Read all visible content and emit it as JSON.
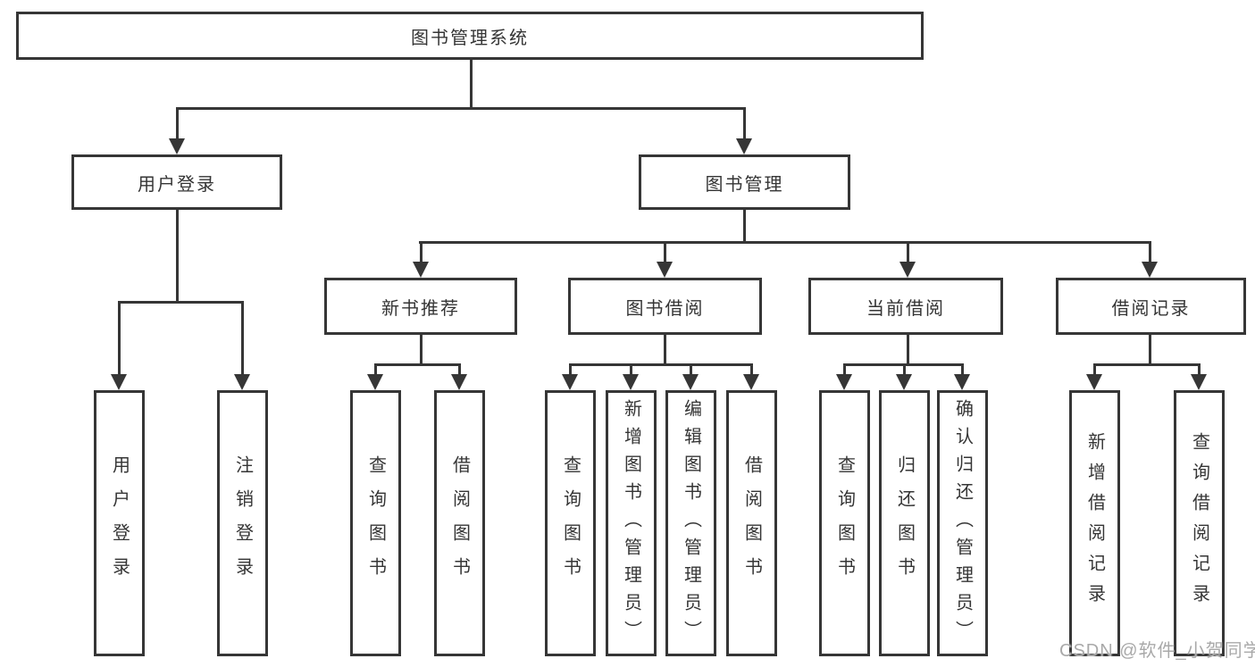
{
  "diagram": {
    "title": "图书管理系统",
    "branches": [
      {
        "label": "用户登录",
        "children": [
          {
            "label": "用户登录"
          },
          {
            "label": "注销登录"
          }
        ]
      },
      {
        "label": "图书管理",
        "children": [
          {
            "label": "新书推荐",
            "children": [
              {
                "label": "查询图书"
              },
              {
                "label": "借阅图书"
              }
            ]
          },
          {
            "label": "图书借阅",
            "children": [
              {
                "label": "查询图书"
              },
              {
                "label": "新增图书（管理员）"
              },
              {
                "label": "编辑图书（管理员）"
              },
              {
                "label": "借阅图书"
              }
            ]
          },
          {
            "label": "当前借阅",
            "children": [
              {
                "label": "查询图书"
              },
              {
                "label": "归还图书"
              },
              {
                "label": "确认归还（管理员）"
              }
            ]
          },
          {
            "label": "借阅记录",
            "children": [
              {
                "label": "新增借阅记录"
              },
              {
                "label": "查询借阅记录"
              }
            ]
          }
        ]
      }
    ]
  },
  "watermark": "CSDN @软件_小贺同学"
}
